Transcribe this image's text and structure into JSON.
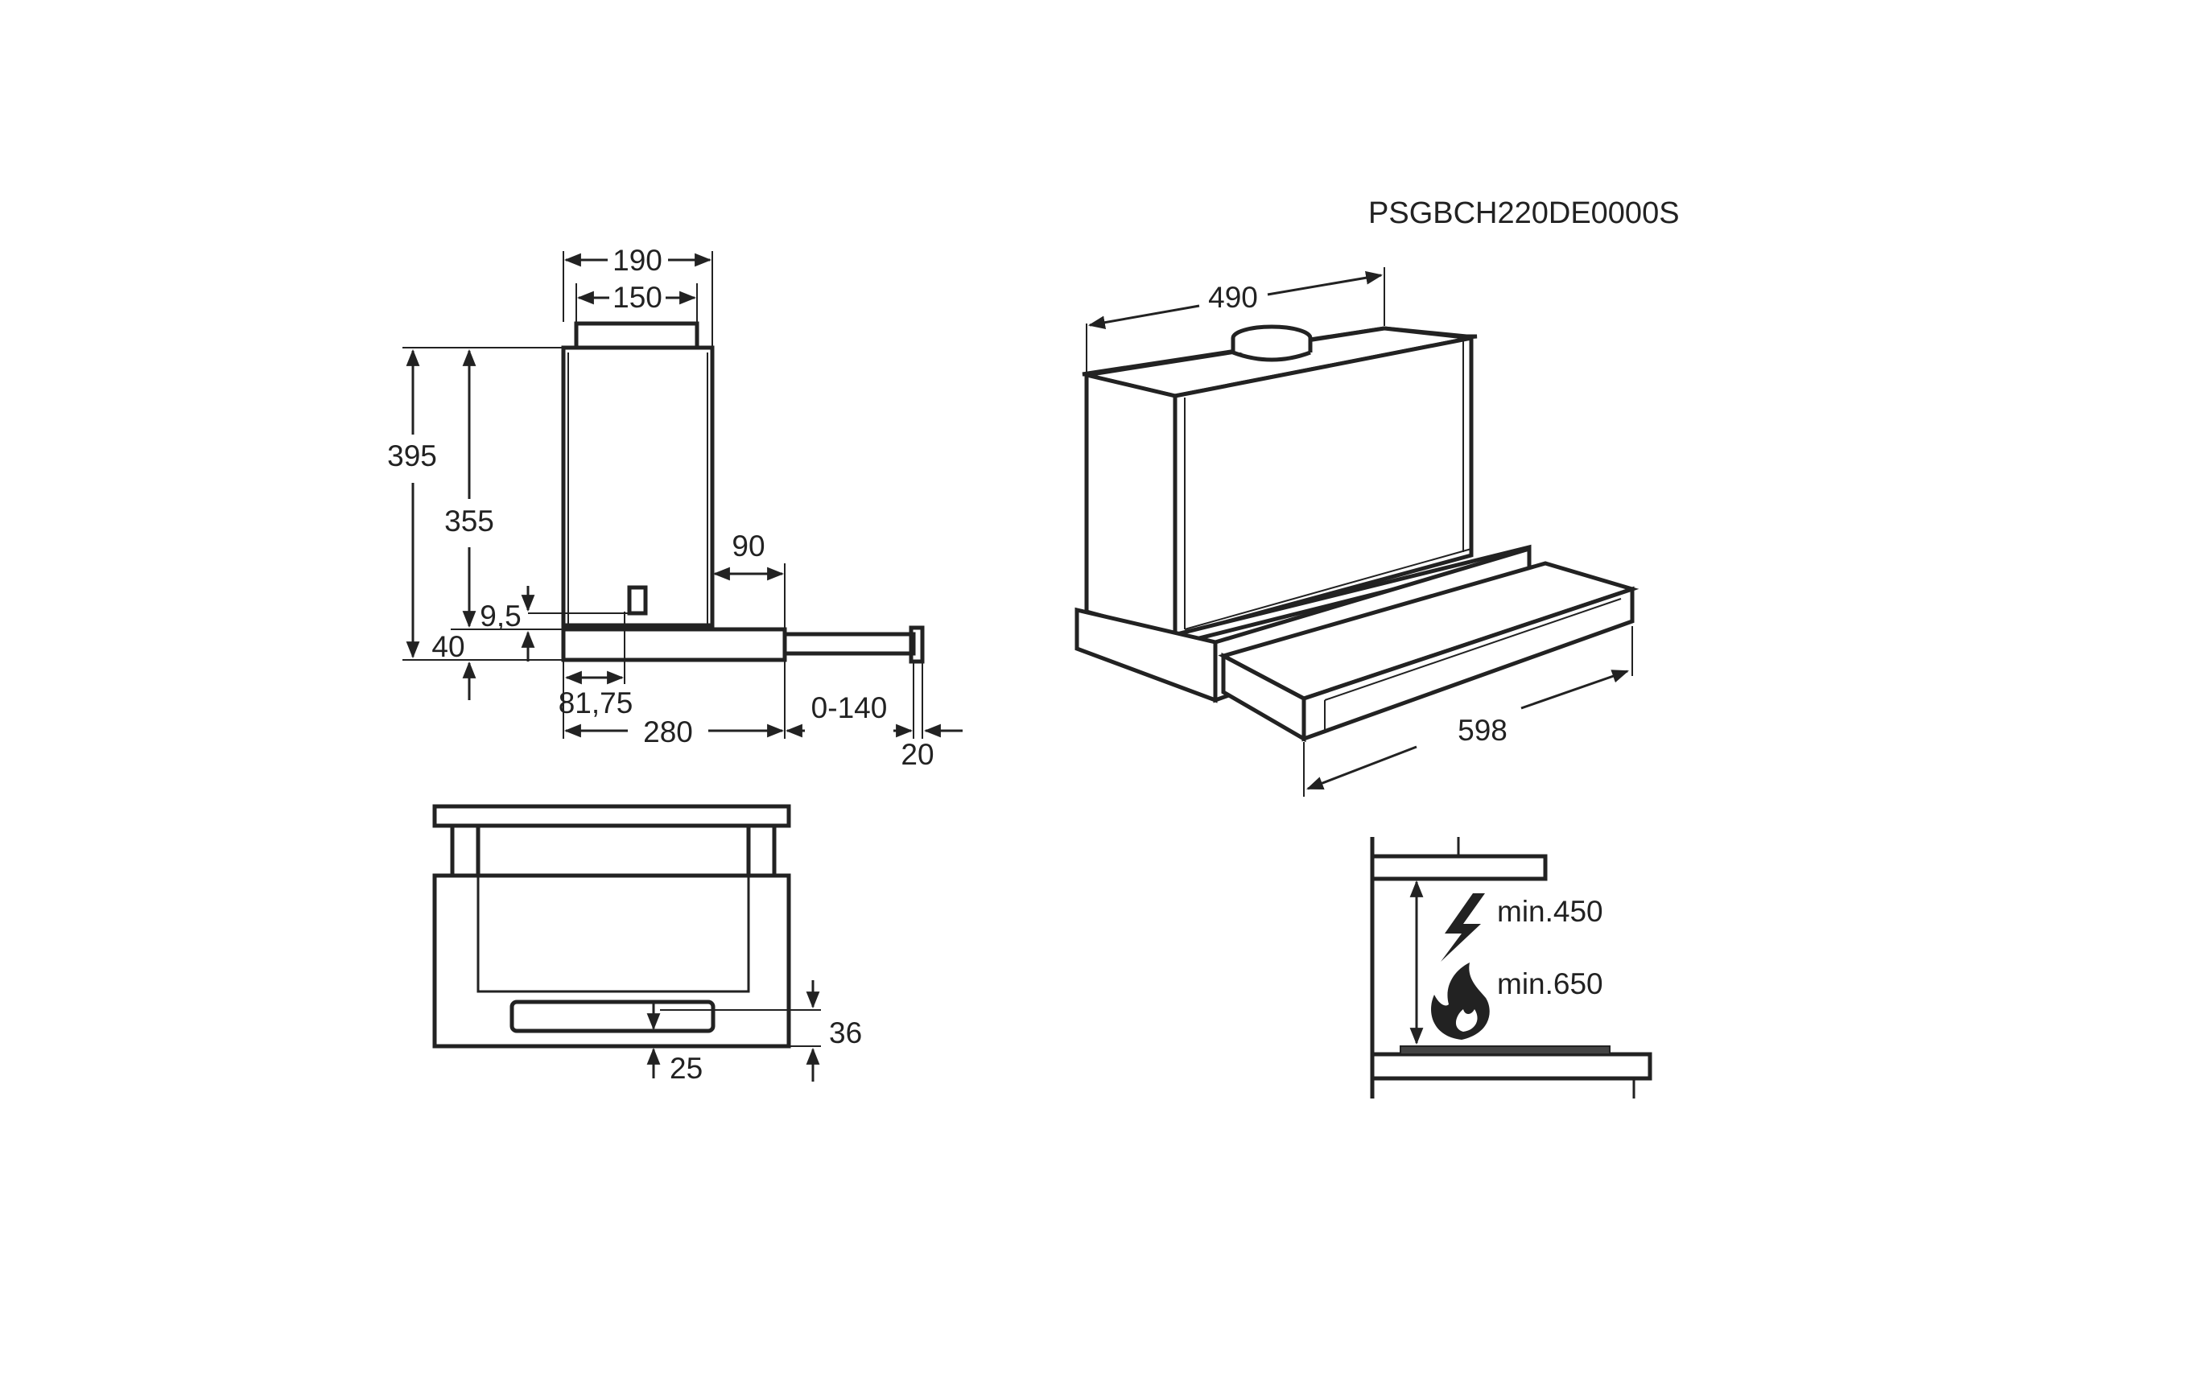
{
  "model_code": "PSGBCH220DE0000S",
  "side_view": {
    "width_top_outer": "190",
    "width_top_inner": "150",
    "height_total": "395",
    "height_body": "355",
    "offset_small": "9,5",
    "height_bottom": "40",
    "extension_90": "90",
    "offset_81_75": "81,75",
    "depth_280": "280",
    "extension_range": "0-140",
    "front_20": "20"
  },
  "front_view": {
    "height_36": "36",
    "height_25": "25"
  },
  "iso_view": {
    "depth_490": "490",
    "width_598": "598"
  },
  "clearance": {
    "electric_label": "min.450",
    "gas_label": "min.650",
    "electric_icon": "lightning-icon",
    "gas_icon": "flame-icon"
  }
}
